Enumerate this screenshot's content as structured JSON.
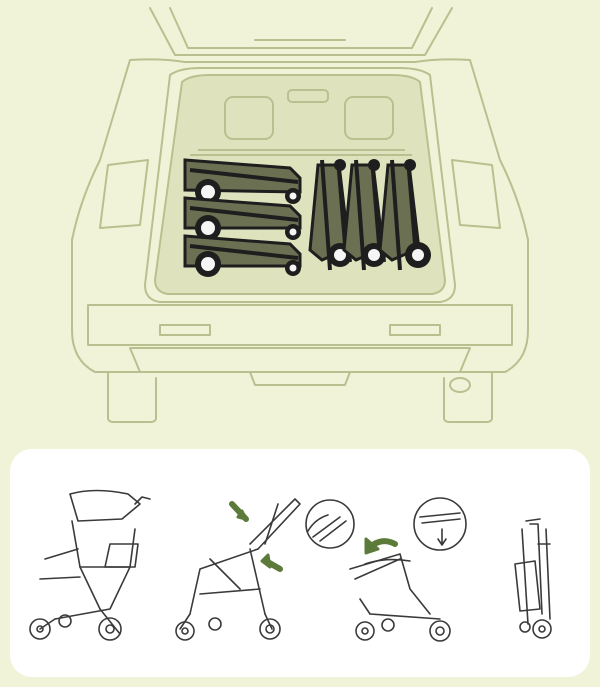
{
  "illustration": {
    "subject": "car-trunk-with-six-folded-strollers",
    "colors": {
      "background": "#f1f3d8",
      "car_line": "#b9c08f",
      "trunk_fill": "#dfe3bd",
      "stroller_fabric": "#6b7052",
      "stroller_frame": "#1e1e1e",
      "step_line": "#3a3a3a",
      "arrow_green": "#5c7a3a"
    },
    "stacked_strollers_count": 3,
    "upright_strollers_count": 3
  },
  "fold_steps": {
    "card_background": "#ffffff",
    "steps": [
      {
        "name": "stroller-open"
      },
      {
        "name": "press-fold-buttons"
      },
      {
        "name": "fold-frame-forward"
      },
      {
        "name": "stroller-folded-upright"
      }
    ]
  }
}
